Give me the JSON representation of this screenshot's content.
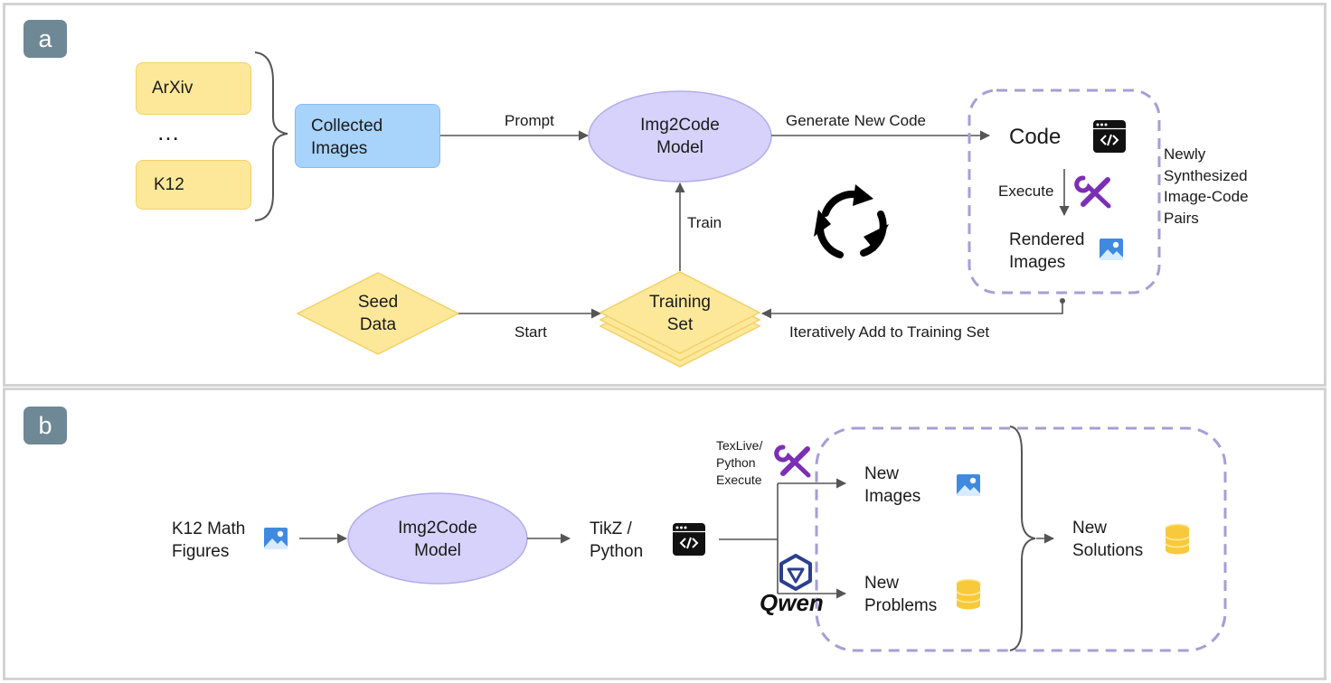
{
  "panel_a": {
    "badge": "a",
    "sources": [
      "ArXiv",
      "K12"
    ],
    "ellipsis": "…",
    "collected_line1": "Collected",
    "collected_line2": "Images",
    "prompt": "Prompt",
    "model_line1": "Img2Code",
    "model_line2": "Model",
    "generate": "Generate New Code",
    "code": "Code",
    "execute": "Execute",
    "rendered_line1": "Rendered",
    "rendered_line2": "Images",
    "synth_lines": [
      "Newly",
      "Synthesized",
      "Image-Code",
      "Pairs"
    ],
    "train": "Train",
    "seed_line1": "Seed",
    "seed_line2": "Data",
    "start": "Start",
    "training_line1": "Training",
    "training_line2": "Set",
    "iterative": "Iteratively Add to Training Set"
  },
  "panel_b": {
    "badge": "b",
    "k12_line1": "K12 Math",
    "k12_line2": "Figures",
    "model_line1": "Img2Code",
    "model_line2": "Model",
    "tikz_line1": "TikZ /",
    "tikz_line2": "Python",
    "exec_lines": [
      "TexLive/",
      "Python",
      "Execute"
    ],
    "qwen": "Qwen",
    "new_images_line1": "New",
    "new_images_line2": "Images",
    "new_problems_line1": "New",
    "new_problems_line2": "Problems",
    "new_solutions_line1": "New",
    "new_solutions_line2": "Solutions"
  },
  "colors": {
    "yellow_fill": "#fde89a",
    "blue_fill": "#a8d3fb",
    "purple_fill": "#d6d2fb",
    "dashed_border": "#a79ed6",
    "tool_icon": "#7b2fb5",
    "badge": "#6e8896"
  }
}
